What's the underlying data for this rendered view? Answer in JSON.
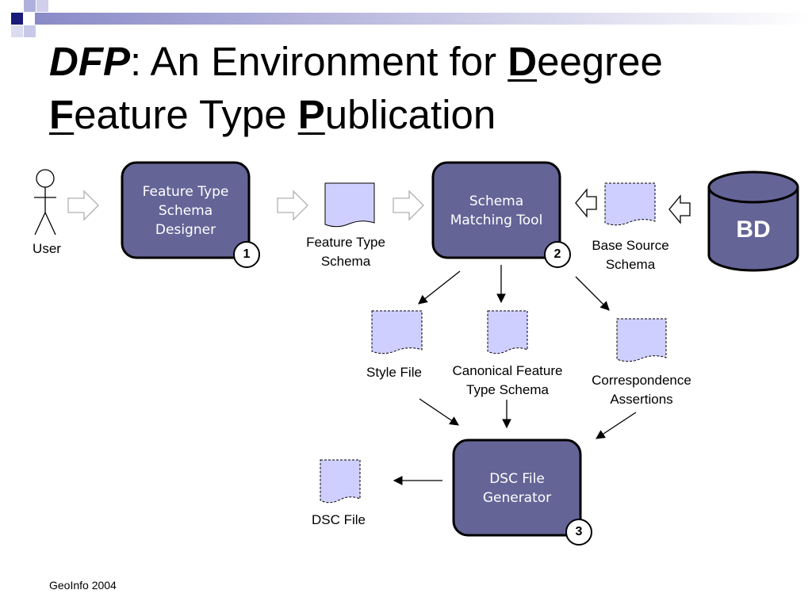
{
  "title": {
    "dfp": "DFP",
    "colon": ": An Environment for ",
    "d": "D",
    "eegree": "eegree",
    "f": "F",
    "eature": "eature Type ",
    "p": "P",
    "ublication": "ublication"
  },
  "actor": {
    "label": "User"
  },
  "boxes": [
    {
      "line1": "Feature Type",
      "line2": "Schema",
      "line3": "Designer",
      "number": "1"
    },
    {
      "line1": "Schema",
      "line2": "Matching Tool",
      "number": "2"
    },
    {
      "line1": "DSC File",
      "line2": "Generator",
      "number": "3"
    }
  ],
  "database": {
    "label": "BD"
  },
  "documents": [
    {
      "line1": "Feature Type",
      "line2": "Schema"
    },
    {
      "line1": "Base Source",
      "line2": "Schema"
    },
    {
      "line1": "Style File"
    },
    {
      "line1": "Canonical Feature",
      "line2": "Type Schema"
    },
    {
      "line1": "Correspondence",
      "line2": "Assertions"
    },
    {
      "line1": "DSC File"
    }
  ],
  "footer": {
    "text": "GeoInfo 2004"
  },
  "colors": {
    "box_fill": "#646497",
    "box_stroke": "#000000",
    "doc_fill": "#cfcfff",
    "corner_dark": "#1a1a7a",
    "corner_light": "#a8a8d8"
  }
}
